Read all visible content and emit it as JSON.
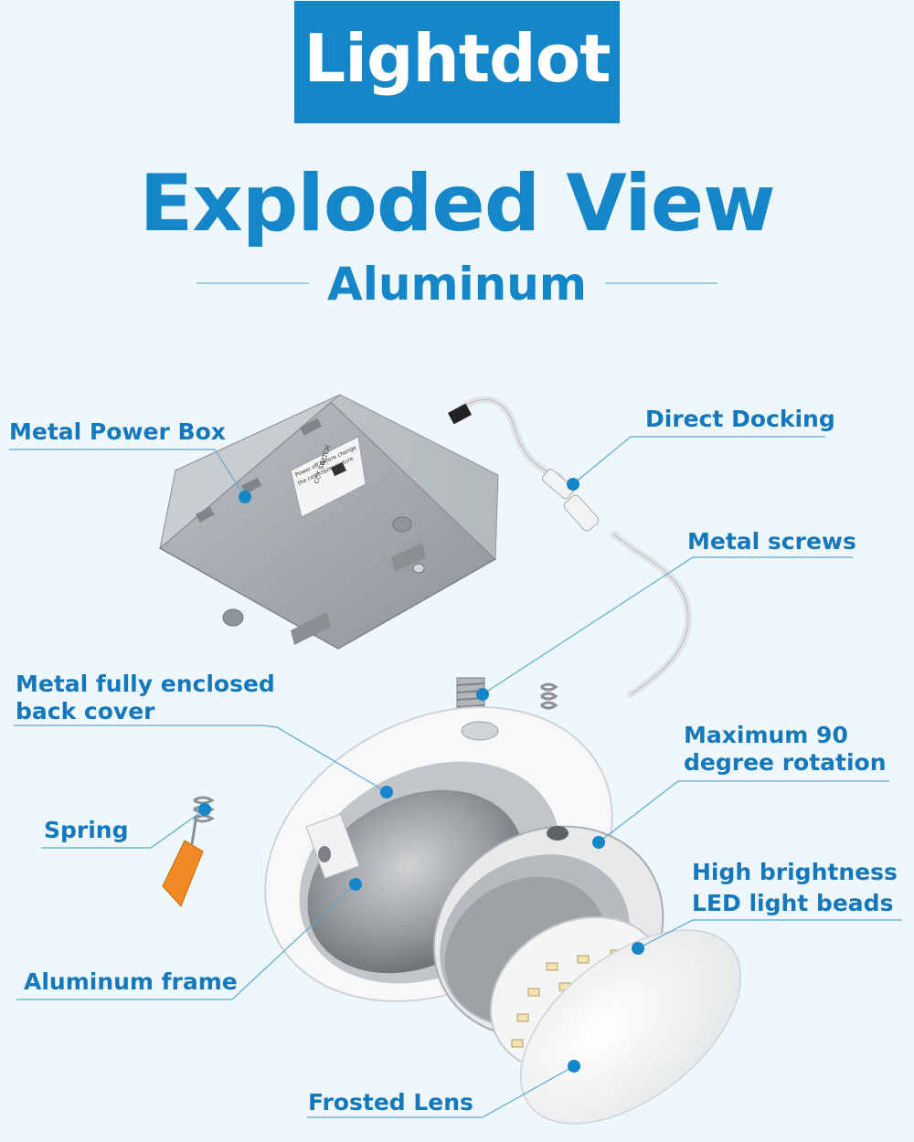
{
  "brand": {
    "name": "Lightdot",
    "color": "#1586c8"
  },
  "header": {
    "title": "Exploded View",
    "subtitle": "Aluminum"
  },
  "power_box": {
    "sticker_line1": "Power off before change",
    "sticker_line2": "the color temperature",
    "switch_label": "CCT SWITCH"
  },
  "callouts": {
    "metal_power_box": "Metal Power Box",
    "direct_docking": "Direct Docking",
    "metal_screws": "Metal screws",
    "back_cover_line1": "Metal fully enclosed",
    "back_cover_line2": "back cover",
    "rotation_line1": "Maximum 90",
    "rotation_line2": "degree rotation",
    "spring": "Spring",
    "led_line1": "High brightness",
    "led_line2": "LED light beads",
    "aluminum_frame": "Aluminum frame",
    "frosted_lens": "Frosted Lens"
  },
  "colors": {
    "accent": "#1586c8",
    "label_text": "#1578bd",
    "leader_line": "#5aaad6",
    "background": "#eef7fb",
    "spring_tab": "#f08a24"
  }
}
